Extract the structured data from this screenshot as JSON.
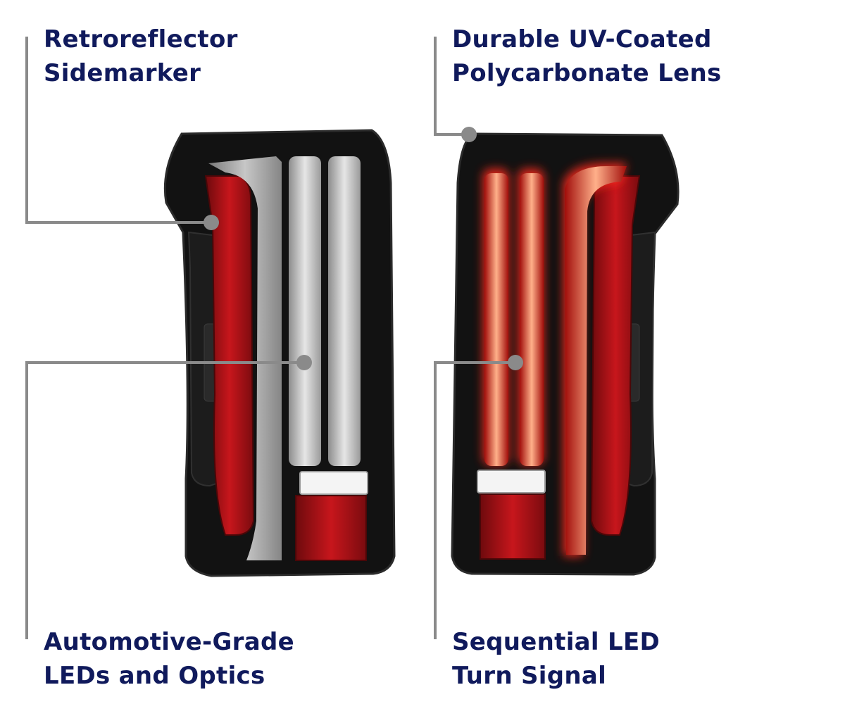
{
  "callouts": {
    "retroreflector": {
      "line1": "Retroreflector",
      "line2": "Sidemarker"
    },
    "uv_lens": {
      "line1": "Durable UV-Coated",
      "line2": "Polycarbonate Lens"
    },
    "leds_optics": {
      "line1": "Automotive-Grade",
      "line2": "LEDs and Optics"
    },
    "sequential": {
      "line1": "Sequential LED",
      "line2": "Turn Signal"
    }
  },
  "colors": {
    "label": "#101a5c",
    "leader_line": "#8a8a8a",
    "housing": "#121212",
    "reflector_red": "#b0141a",
    "led_glow": "#ff3a2a",
    "light_bar_off": "#cfcfcf"
  },
  "products": {
    "left": {
      "state": "unlit"
    },
    "right": {
      "state": "lit"
    }
  }
}
